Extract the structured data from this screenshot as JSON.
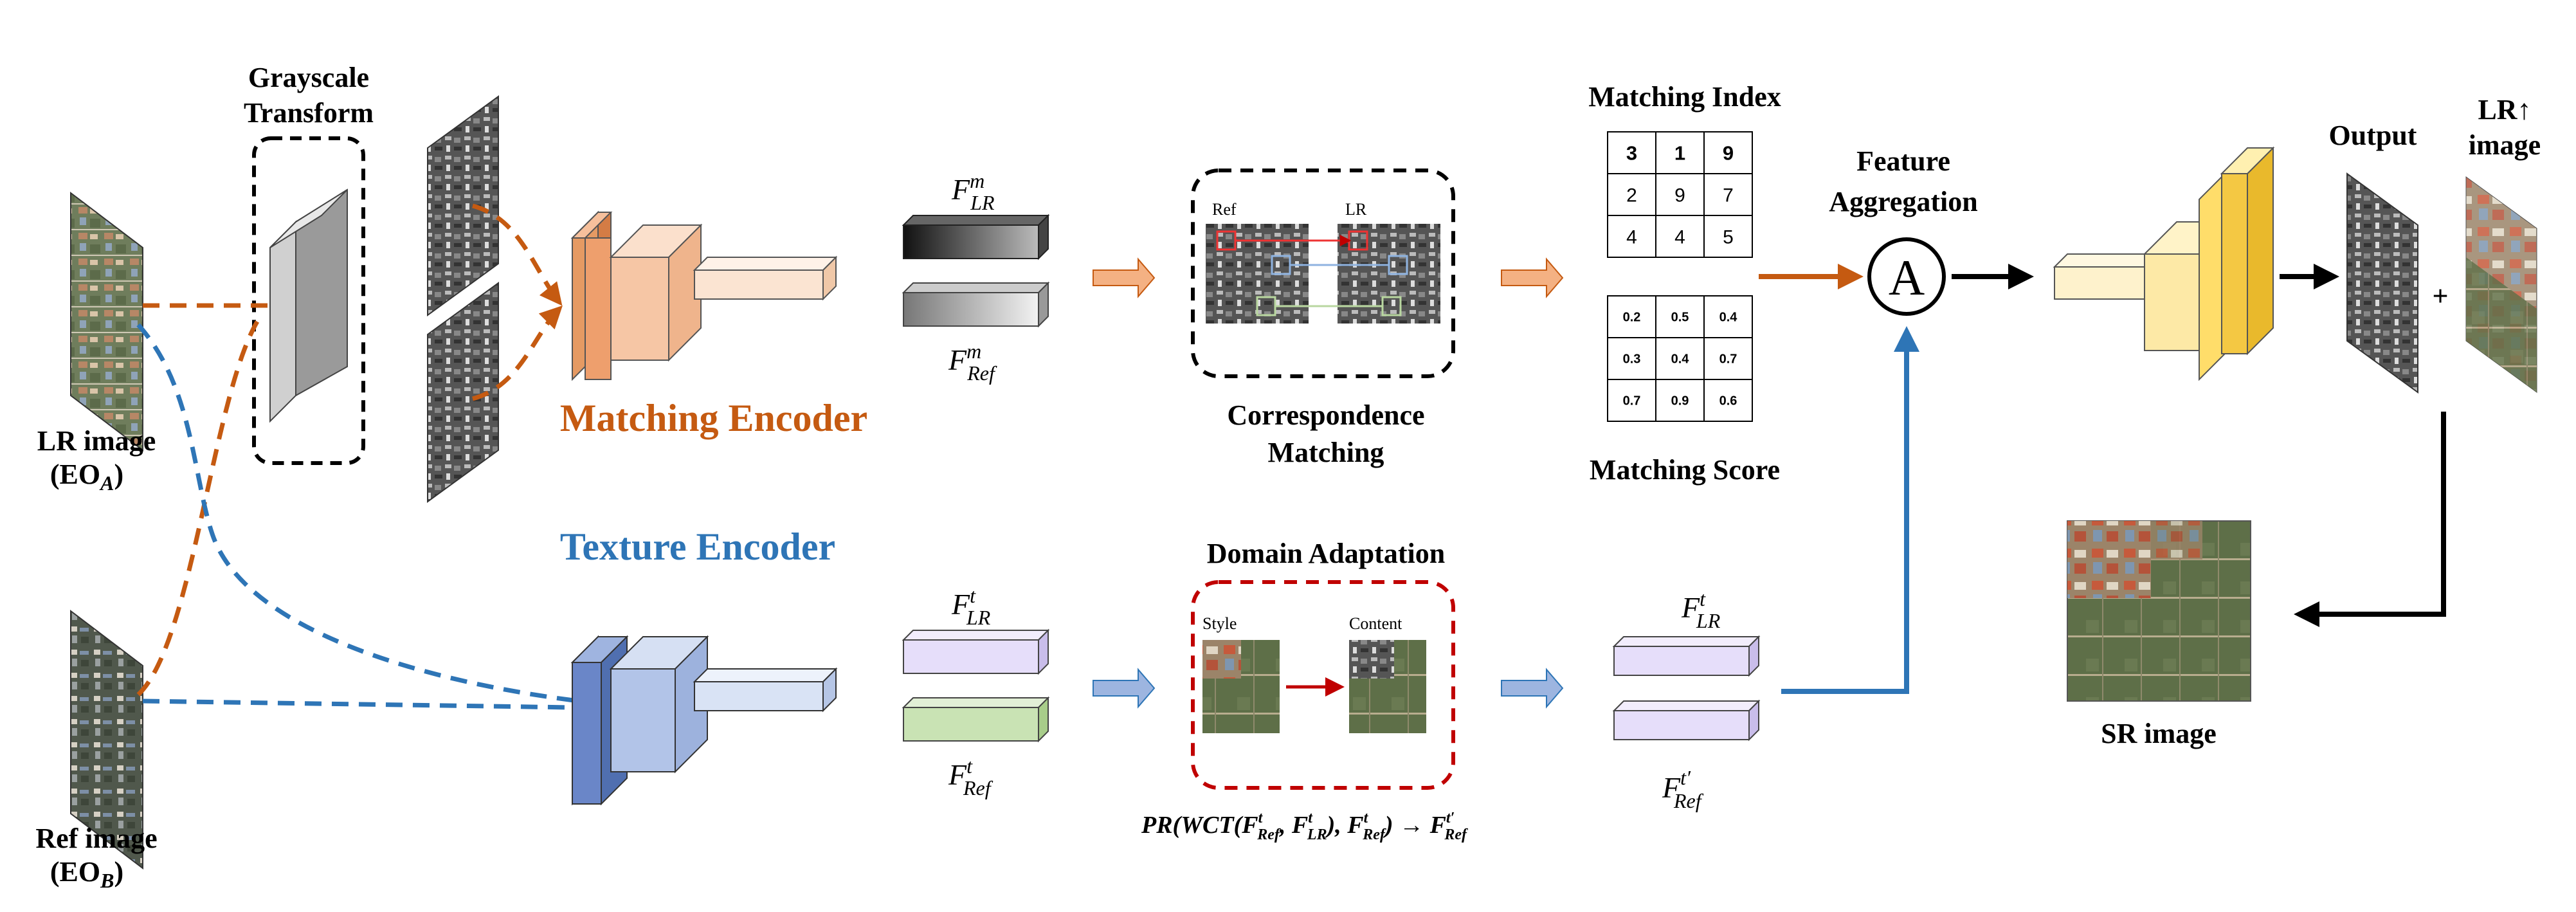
{
  "colors": {
    "matching": "#C55A11",
    "texture": "#2E75B6",
    "domain": "#C00000",
    "black": "#000000"
  },
  "labels": {
    "lr_image": "LR image",
    "lr_image_sub": "(EO",
    "lr_image_sub_idx": "A",
    "ref_image": "Ref image",
    "ref_image_sub": "(EO",
    "ref_image_sub_idx": "B",
    "grayscale_1": "Grayscale",
    "grayscale_2": "Transform",
    "matching_encoder": "Matching Encoder",
    "texture_encoder": "Texture Encoder",
    "correspondence_1": "Correspondence",
    "correspondence_2": "Matching",
    "domain_adaptation": "Domain Adaptation",
    "matching_index": "Matching Index",
    "matching_score": "Matching Score",
    "feature_agg_1": "Feature",
    "feature_agg_2": "Aggregation",
    "aggregation_symbol": "A",
    "output": "Output",
    "lr_up_1": "LR↑",
    "lr_up_2": "image",
    "plus": "+",
    "sr_image": "SR image",
    "ref_tag": "Ref",
    "lr_tag": "LR",
    "style_tag": "Style",
    "content_tag": "Content"
  },
  "features": {
    "F": "F",
    "m": "m",
    "t": "t",
    "t_prime": "t′",
    "LR": "LR",
    "Ref": "Ref"
  },
  "formula": {
    "pr": "PR(WCT(F",
    "t1": "t",
    "ref1": "Ref",
    "comma1": ", F",
    "t2": "t",
    "lr": "LR",
    "close1": "), F",
    "t3": "t",
    "ref2": "Ref",
    "arrow": ") → F",
    "t4": "t′",
    "ref3": "Ref"
  },
  "matching_index": [
    [
      "3",
      "1",
      "9"
    ],
    [
      "2",
      "9",
      "7"
    ],
    [
      "4",
      "4",
      "5"
    ]
  ],
  "matching_score": [
    [
      "0.2",
      "0.5",
      "0.4"
    ],
    [
      "0.3",
      "0.4",
      "0.7"
    ],
    [
      "0.7",
      "0.9",
      "0.6"
    ]
  ]
}
